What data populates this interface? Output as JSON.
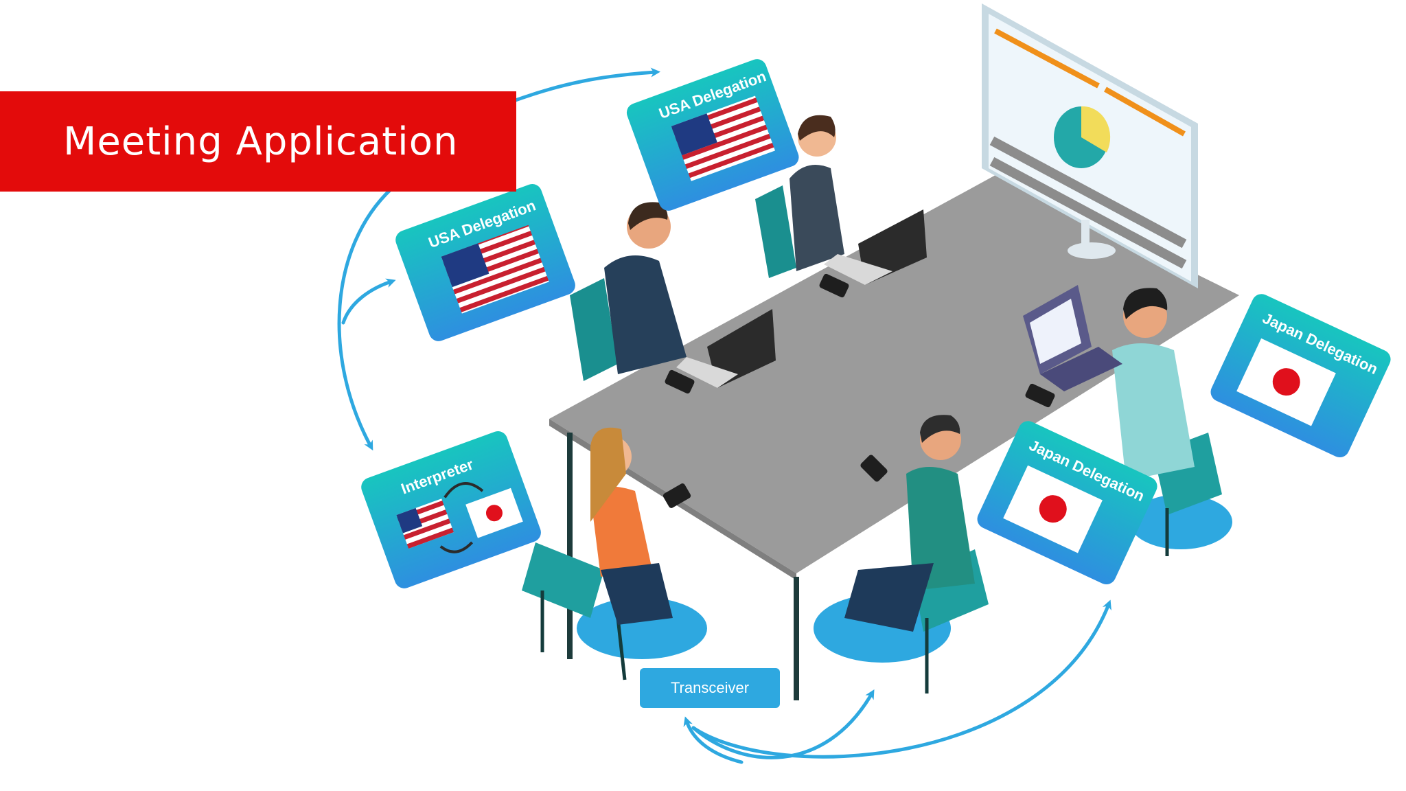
{
  "title": "Meeting Application",
  "panels": {
    "usa_back": "USA Delegation",
    "usa_front": "USA Delegation",
    "interpreter": "Interpreter",
    "japan_back": "Japan Delegation",
    "japan_front": "Japan Delegation"
  },
  "transceiver": "Transceiver",
  "colors": {
    "banner": "#e30b0b",
    "panel": "#1fb6c8",
    "arrow": "#2ea8e0",
    "table": "#9b9b9b",
    "chair": "#1a8f8f"
  }
}
